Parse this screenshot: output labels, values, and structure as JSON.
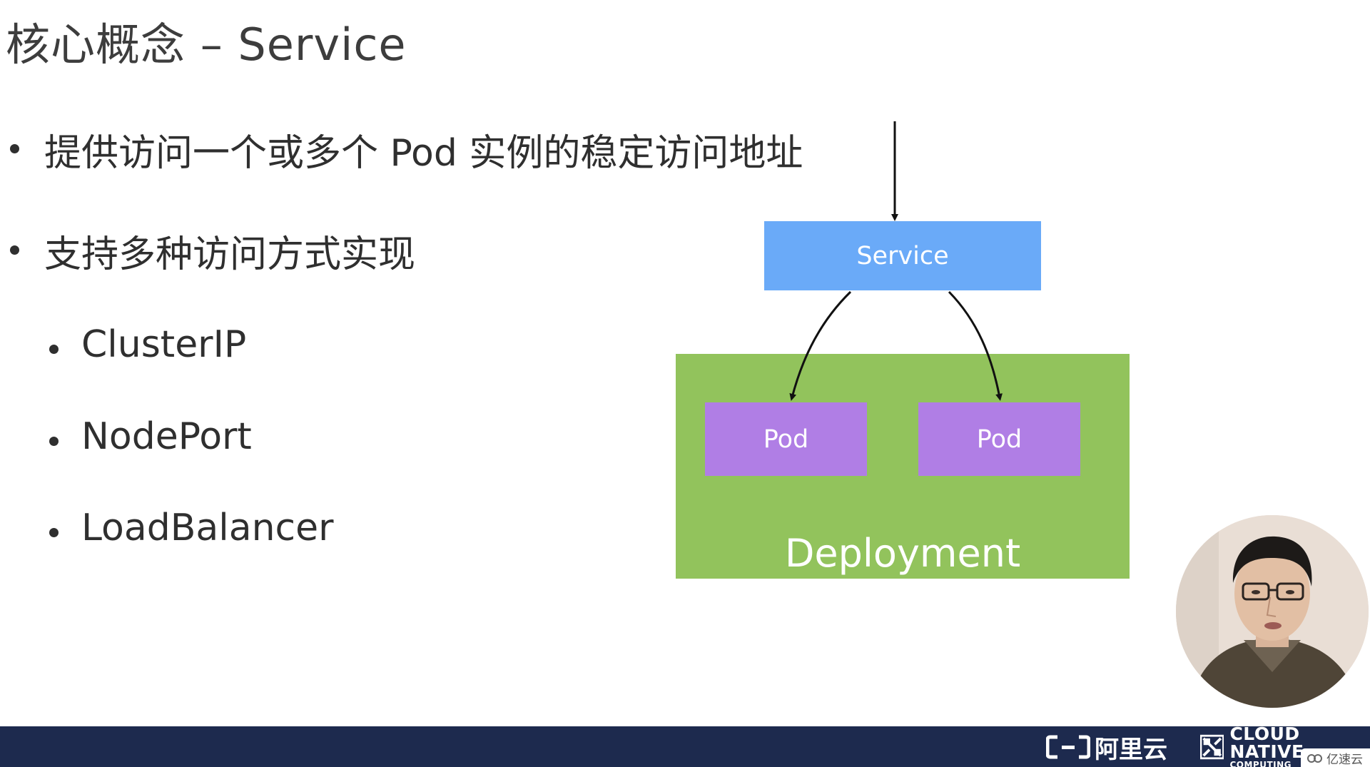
{
  "slide": {
    "title": "核心概念 – Service",
    "bullets": [
      "提供访问一个或多个 Pod 实例的稳定访问地址",
      "支持多种访问方式实现"
    ],
    "sub_bullets": [
      "ClusterIP",
      "NodePort",
      "LoadBalancer"
    ]
  },
  "diagram": {
    "service_label": "Service",
    "pod_labels": [
      "Pod",
      "Pod"
    ],
    "deployment_label": "Deployment",
    "colors": {
      "service": "#6aaaf8",
      "pod": "#b07ee5",
      "deployment": "#92c35c",
      "arrow": "#111111"
    }
  },
  "footer": {
    "aliyun_text": "阿里云",
    "cncf_line1": "CLOUD NATIVE",
    "cncf_line2": "COMPUTING",
    "background": "#1d2a4e"
  },
  "watermark": {
    "text": "亿速云",
    "icon": "cloud-icon"
  },
  "presenter": {
    "icon": "presenter-avatar"
  }
}
